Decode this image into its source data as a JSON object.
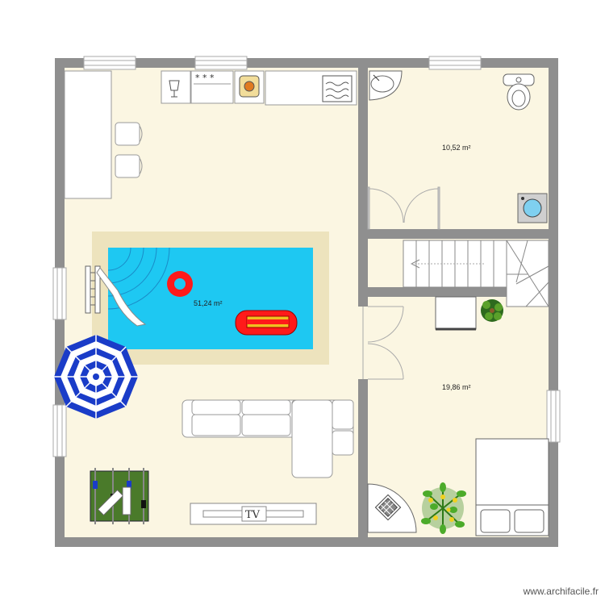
{
  "rooms": [
    {
      "label": "51,24 m²"
    },
    {
      "label": "10,52 m²"
    },
    {
      "label": "19,86 m²"
    }
  ],
  "tv_label": "TV",
  "watermark": "www.archifacile.fr",
  "colors": {
    "floor": "#fbf6e2",
    "wall": "#8f8f8f",
    "pool_water": "#1ec8f2",
    "pool_deck": "#ede3bd",
    "umbrella": "#1a3cc8",
    "buoy": "#ff1a1a",
    "foosball": "#4a7a2a"
  }
}
